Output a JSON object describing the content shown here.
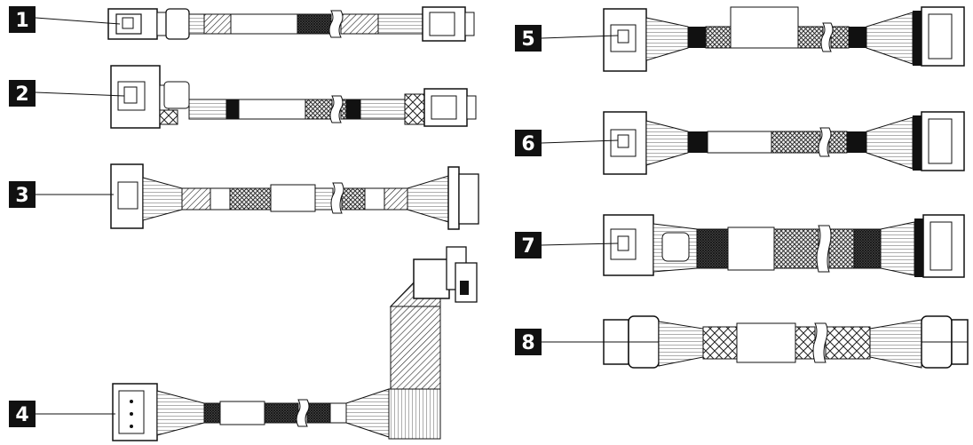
{
  "cables": [
    {
      "label": "1"
    },
    {
      "label": "2"
    },
    {
      "label": "3"
    },
    {
      "label": "4"
    },
    {
      "label": "5"
    },
    {
      "label": "6"
    },
    {
      "label": "7"
    },
    {
      "label": "8"
    }
  ]
}
